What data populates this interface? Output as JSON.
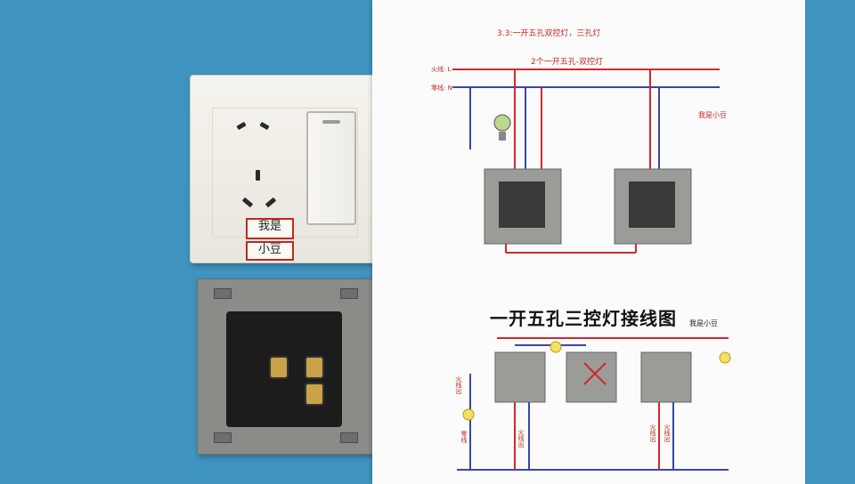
{
  "scene": {
    "paper": {
      "section_title": "3.3:一开五孔双控灯，三孔灯",
      "top_diagram_title": "2个一开五孔-双控灯",
      "live_label": "火线: L",
      "neutral_label": "零线: N",
      "watermark_top": "我是小豆",
      "main_title": "一开五孔三控灯接线图",
      "watermark_main": "我是小豆",
      "wire_labels": [
        "火线出",
        "零线",
        "火线出",
        "火线出",
        "火线出"
      ]
    },
    "tag_text": [
      "我是",
      "小豆"
    ],
    "colors": {
      "background": "#3f93bf",
      "live_wire": "#d1282e",
      "neutral_wire": "#3a47a0"
    }
  }
}
